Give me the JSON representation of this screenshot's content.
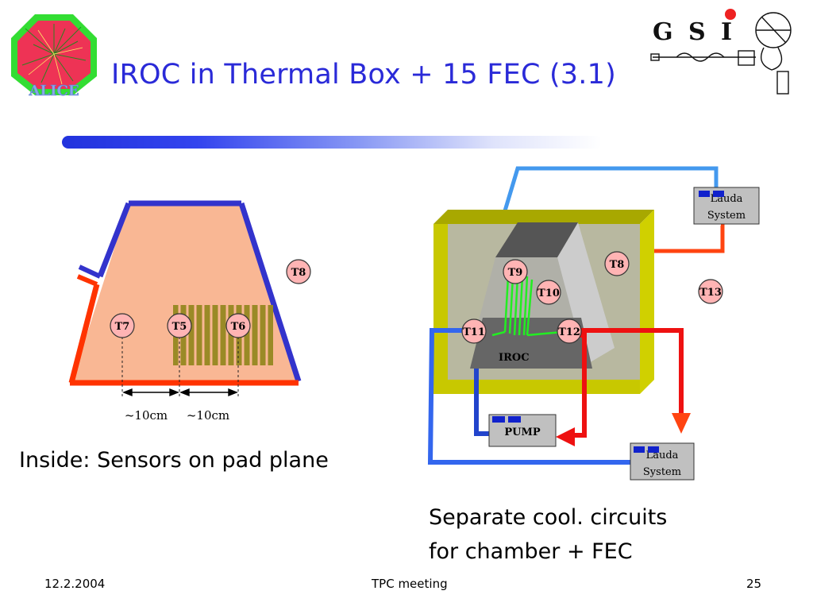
{
  "slide": {
    "title": "IROC in Thermal Box + 15 FEC (3.1)",
    "caption_left": "Inside: Sensors on pad plane",
    "caption_right_line1": "Separate cool. circuits",
    "caption_right_line2": "for chamber + FEC"
  },
  "logos": {
    "left": {
      "name": "alice-logo",
      "text": "ALICE"
    },
    "right": {
      "name": "gsi-logo",
      "text": "GSI"
    }
  },
  "left_diagram": {
    "sensors": [
      "T7",
      "T5",
      "T6",
      "T8"
    ],
    "dimension_1": "~10cm",
    "dimension_2": "~10cm"
  },
  "right_diagram": {
    "sensors": [
      "T8",
      "T9",
      "T10",
      "T11",
      "T12",
      "T13"
    ],
    "chamber_label": "IROC",
    "pump_label": "PUMP",
    "lauda_top_line1": "Lauda",
    "lauda_top_line2": "System",
    "lauda_bottom_line1": "Lauda",
    "lauda_bottom_line2": "System"
  },
  "footer": {
    "date": "12.2.2004",
    "meeting": "TPC meeting",
    "page": "25"
  },
  "colors": {
    "title": "#2a2ad8",
    "trapezoid_fill": "#f9b794",
    "blue_edge": "#3333cc",
    "red_edge": "#ff3300",
    "box_frame": "#c8c800",
    "box_inner": "#b8b8a0",
    "sensor_fill": "#ffb4b4",
    "cool_blue": "#3366ee",
    "cool_red": "#ee1111"
  }
}
